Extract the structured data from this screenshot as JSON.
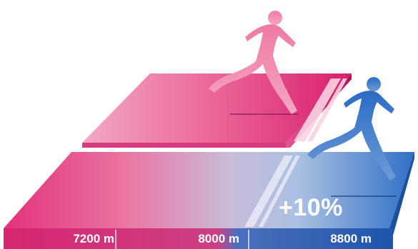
{
  "distances": {
    "first": "7200 m",
    "second": "8000 m",
    "third": "8800 m"
  },
  "increase_label": "+10%",
  "colors": {
    "pink": "#e8417f",
    "pink_light": "#f29dbe",
    "blue": "#2e6ec5",
    "blue_light": "#b9c6e6",
    "runner_pink": "#ef7fa7",
    "runner_blue": "#2f73c7",
    "edge_pink": "#c21f68",
    "edge_blue": "#1d4f9e"
  },
  "icons": [
    "runner-icon-pink",
    "runner-icon-blue"
  ]
}
